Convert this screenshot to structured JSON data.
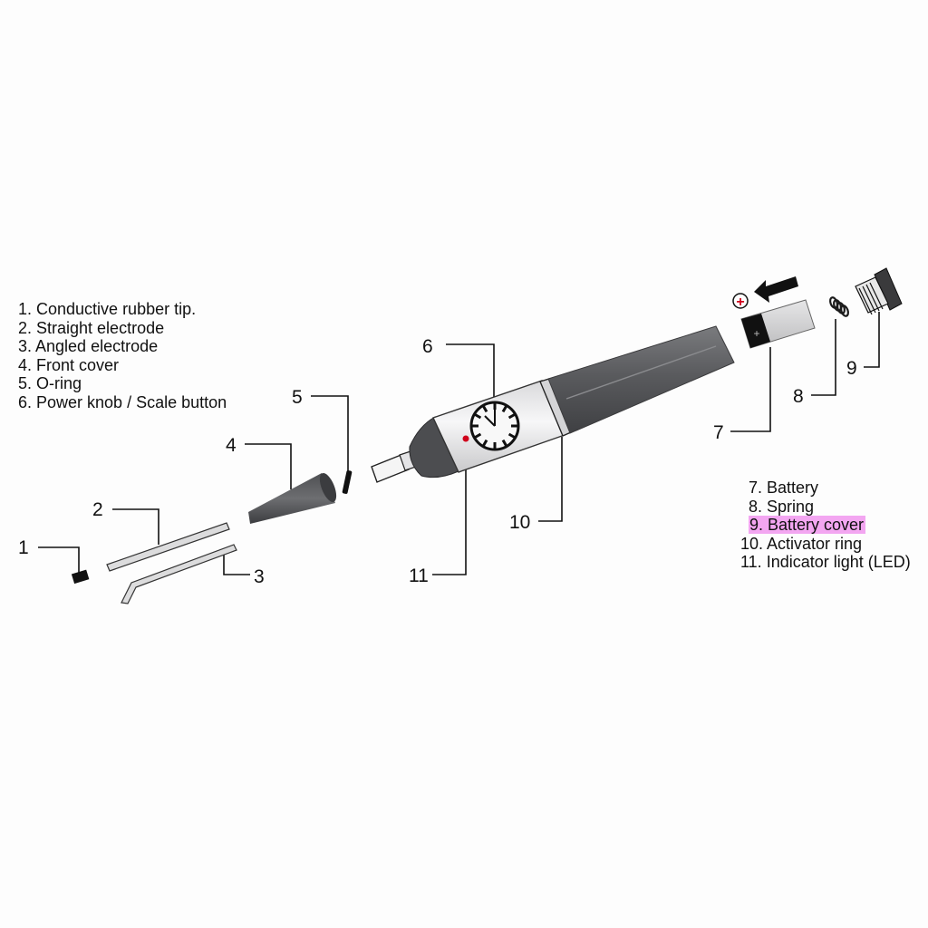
{
  "legend_left": [
    "1. Conductive rubber tip.",
    "2. Straight electrode",
    "3. Angled electrode",
    "4. Front cover",
    "5. O-ring",
    "6. Power knob / Scale button"
  ],
  "legend_right": [
    "7. Battery",
    "8. Spring",
    "9. Battery cover",
    "10. Activator ring",
    "11. Indicator light (LED)"
  ],
  "highlighted_item": "9. Battery cover",
  "callouts": [
    "1",
    "2",
    "3",
    "4",
    "5",
    "6",
    "7",
    "8",
    "9",
    "10",
    "11"
  ],
  "battery_polarity": {
    "circle_symbol": "+",
    "terminal_symbol": "+"
  },
  "colors": {
    "highlight": "#f3a6f1",
    "led": "#d0021b",
    "barrel": "#5e5f62",
    "line": "#111111"
  }
}
